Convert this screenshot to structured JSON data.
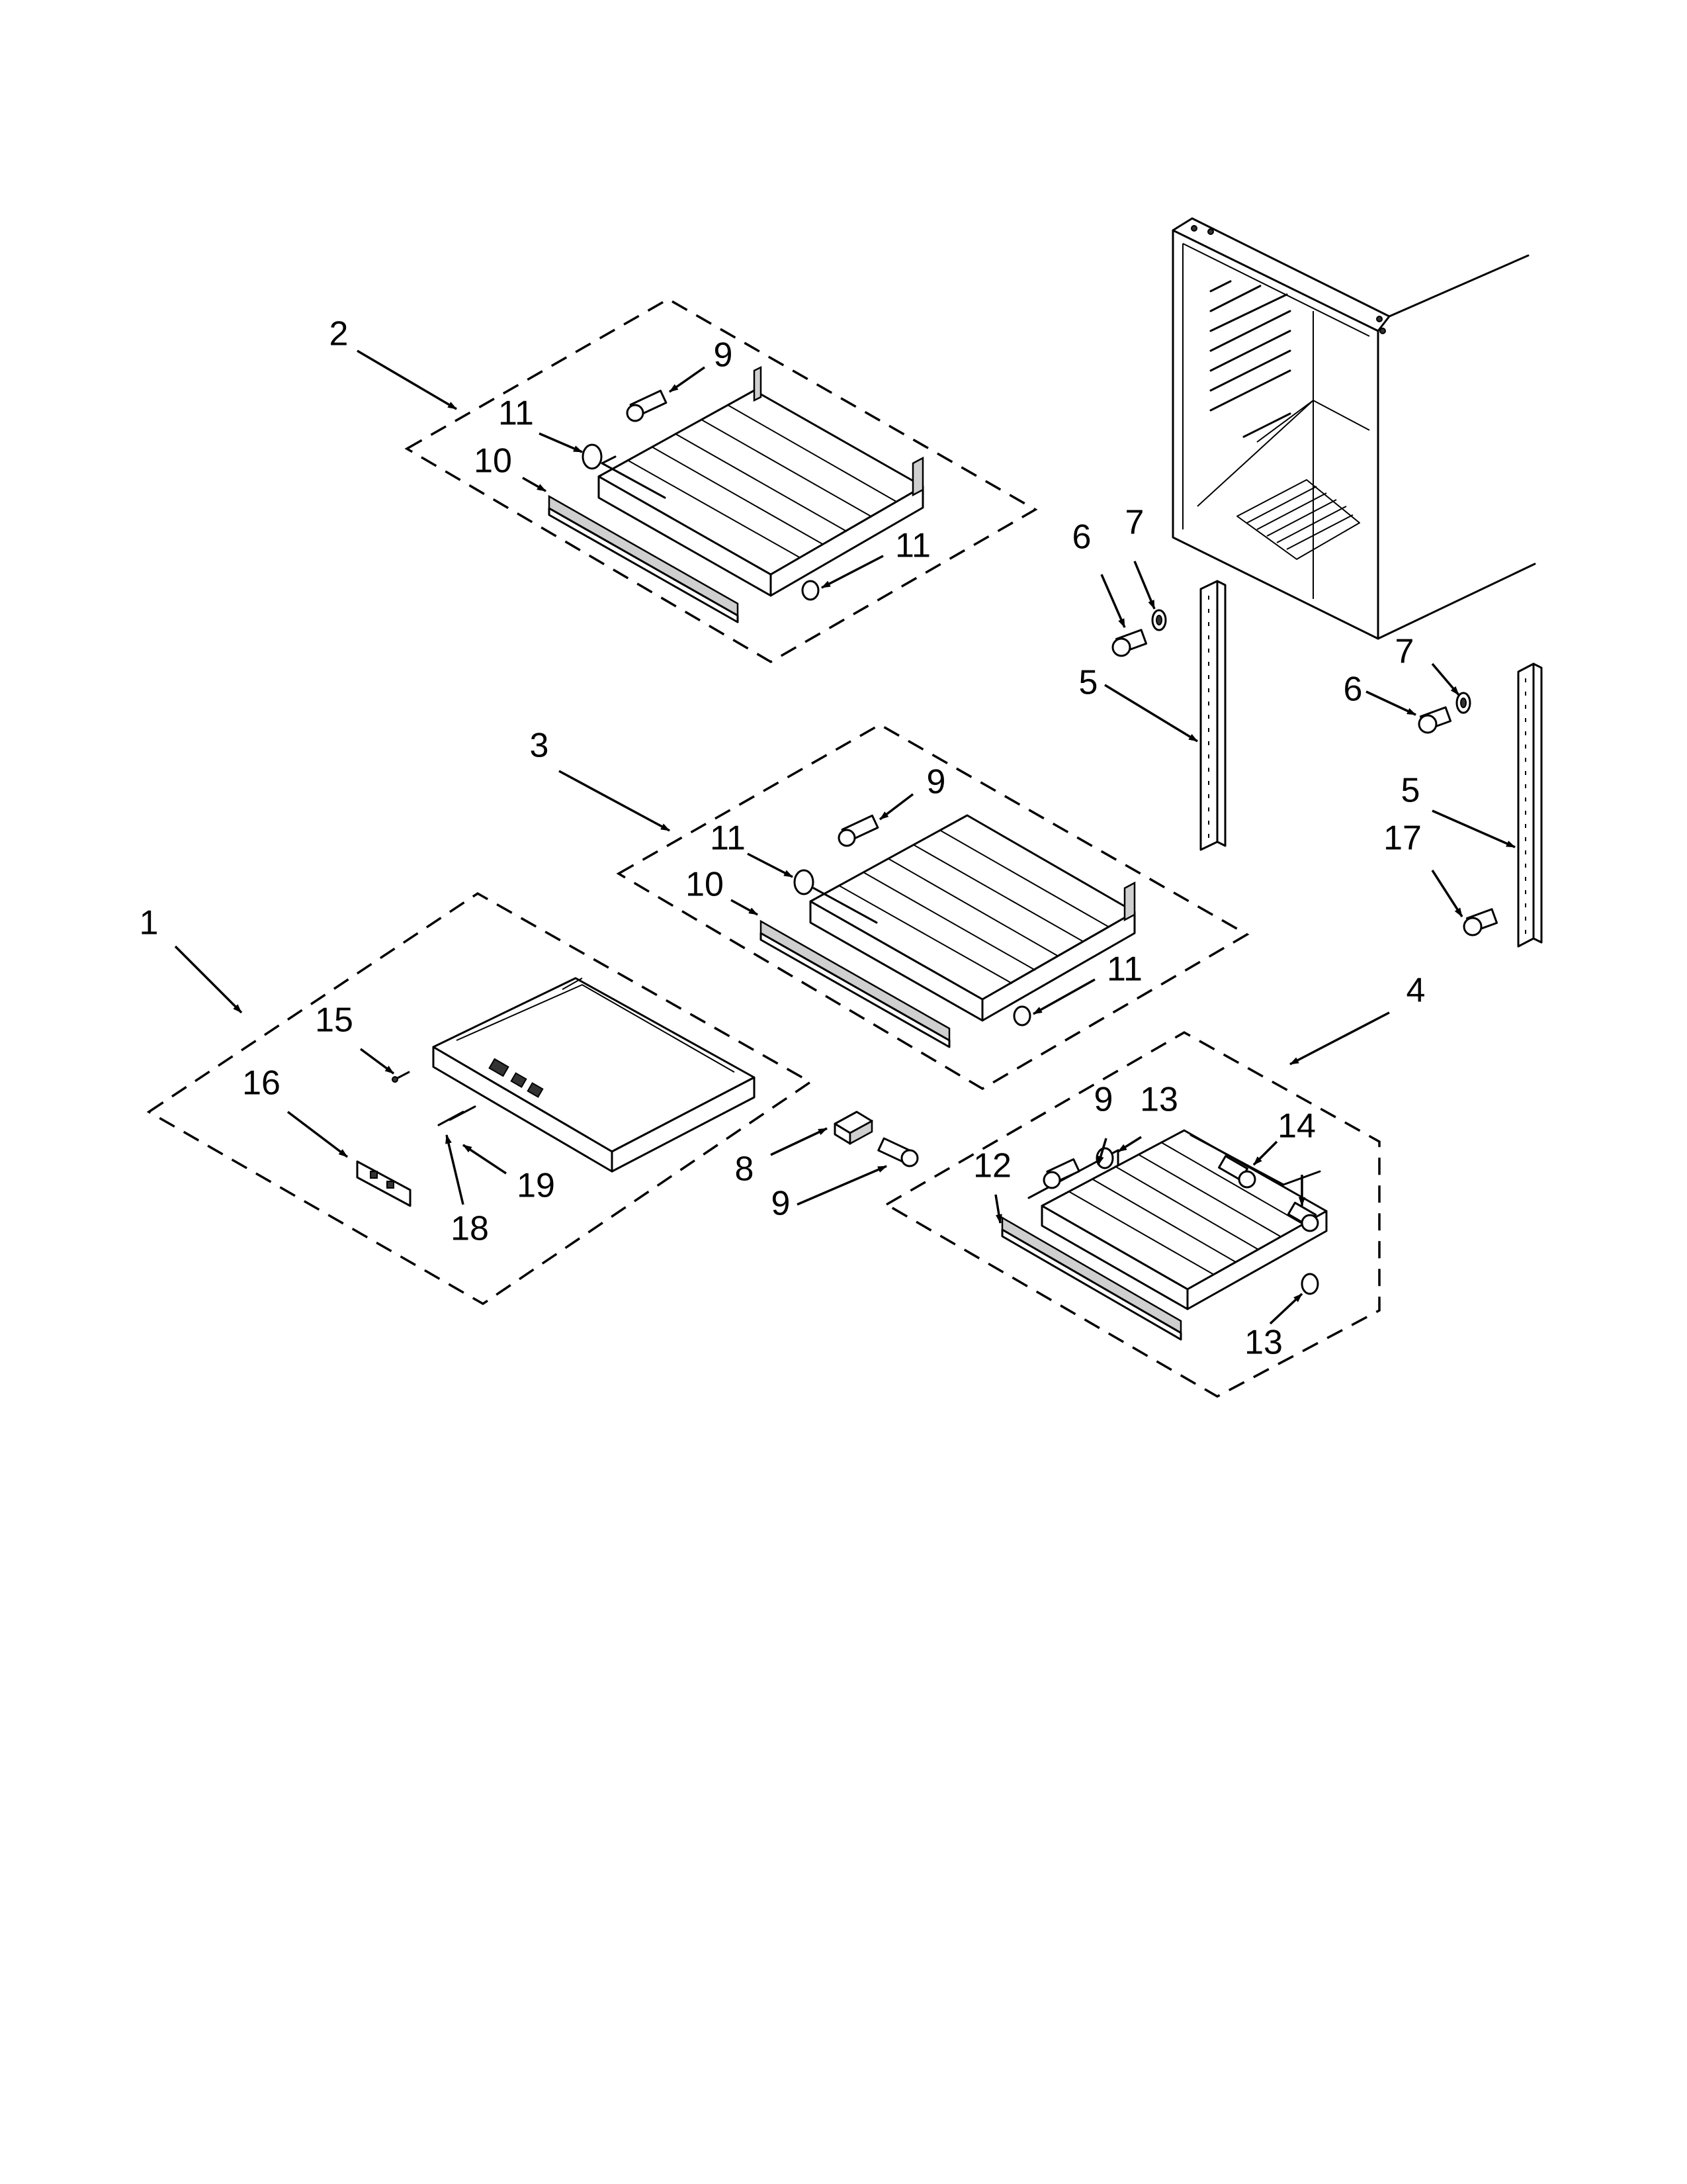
{
  "callouts": [
    {
      "id": "c2",
      "text": "2"
    },
    {
      "id": "c9-top",
      "text": "9"
    },
    {
      "id": "c11-top",
      "text": "11"
    },
    {
      "id": "c10-top",
      "text": "10"
    },
    {
      "id": "c11-topr",
      "text": "11"
    },
    {
      "id": "c6-a",
      "text": "6"
    },
    {
      "id": "c7-a",
      "text": "7"
    },
    {
      "id": "c5-a",
      "text": "5"
    },
    {
      "id": "c7-b",
      "text": "7"
    },
    {
      "id": "c6-b",
      "text": "6"
    },
    {
      "id": "c3",
      "text": "3"
    },
    {
      "id": "c9-mid",
      "text": "9"
    },
    {
      "id": "c11-mid",
      "text": "11"
    },
    {
      "id": "c10-mid",
      "text": "10"
    },
    {
      "id": "c11-midr",
      "text": "11"
    },
    {
      "id": "c5-b",
      "text": "5"
    },
    {
      "id": "c17",
      "text": "17"
    },
    {
      "id": "c1",
      "text": "1"
    },
    {
      "id": "c15",
      "text": "15"
    },
    {
      "id": "c16",
      "text": "16"
    },
    {
      "id": "c19",
      "text": "19"
    },
    {
      "id": "c18",
      "text": "18"
    },
    {
      "id": "c8",
      "text": "8"
    },
    {
      "id": "c9-low",
      "text": "9"
    },
    {
      "id": "c4",
      "text": "4"
    },
    {
      "id": "c9-bot",
      "text": "9"
    },
    {
      "id": "c13-top",
      "text": "13"
    },
    {
      "id": "c14",
      "text": "14"
    },
    {
      "id": "c12",
      "text": "12"
    },
    {
      "id": "c13-bot",
      "text": "13"
    }
  ]
}
